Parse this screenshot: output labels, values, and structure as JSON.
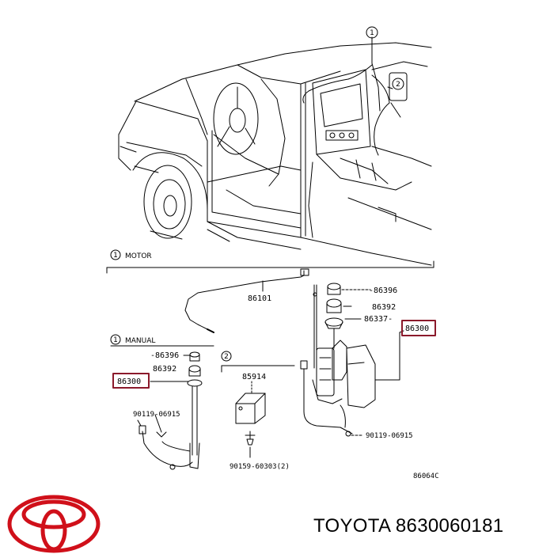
{
  "callouts": {
    "one": "1",
    "two": "2"
  },
  "sections": {
    "motor": "MOTOR",
    "manual": "MANUAL"
  },
  "motor_parts": {
    "p86101": "86101",
    "p86396": "-86396",
    "p86392": "86392",
    "p86337": "86337-",
    "p86300": "86300",
    "p90119": "90119-06915"
  },
  "manual_parts": {
    "p86396": "-86396",
    "p86392": "86392",
    "p86300": "86300",
    "p90119": "90119-06915"
  },
  "section2_parts": {
    "p85914": "85914",
    "p90159": "90159-60303(2)"
  },
  "figure_code": "86064C",
  "brand": {
    "text": "TOYOTA 8630060181",
    "logo_color": "#d0101a"
  },
  "highlight_color": "#8b1a2b"
}
